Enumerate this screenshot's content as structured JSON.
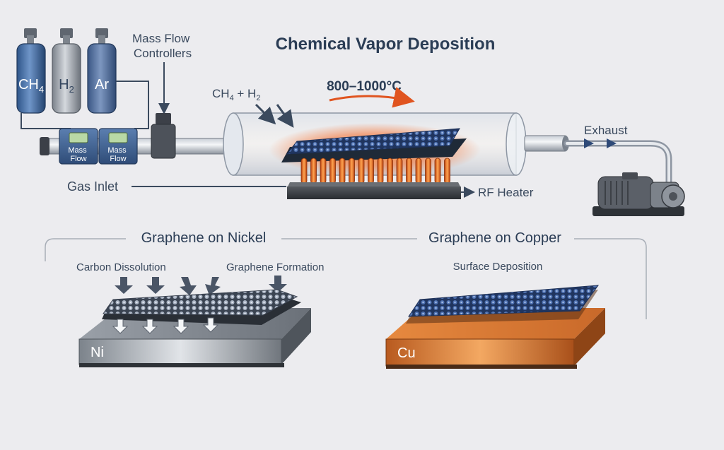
{
  "title": "Chemical Vapor Deposition",
  "colors": {
    "text": "#3b4a5e",
    "title": "#2b3d55",
    "heat": "#e8622a",
    "copper": "#d8782f",
    "nickel": "#9aa1a8",
    "graphene": "#2f4b86"
  },
  "gas_cylinders": [
    {
      "formula": "CH",
      "subscript": "4",
      "color": "#3d6aa6"
    },
    {
      "formula": "H",
      "subscript": "2",
      "color": "#9aa0a8"
    },
    {
      "formula": "Ar",
      "subscript": "",
      "color": "#4f6fa0"
    }
  ],
  "labels": {
    "mass_flow_controllers_line1": "Mass Flow",
    "mass_flow_controllers_line2": "Controllers",
    "mfc_unit_line1": "Mass",
    "mfc_unit_line2": "Flow",
    "gas_inlet": "Gas Inlet",
    "temperature": "800–1000°C",
    "feed_gas_main": "CH",
    "feed_gas_sub1": "4",
    "feed_gas_plus": " + H",
    "feed_gas_sub2": "2",
    "exhaust": "Exhaust",
    "rf_heater": "RF Heater"
  },
  "panels": {
    "nickel": {
      "title": "Graphene on Nickel",
      "annotation_left": "Carbon Dissolution",
      "annotation_right": "Graphene Formation",
      "substrate": "Ni"
    },
    "copper": {
      "title": "Graphene on Copper",
      "annotation": "Surface Deposition",
      "substrate": "Cu"
    }
  }
}
